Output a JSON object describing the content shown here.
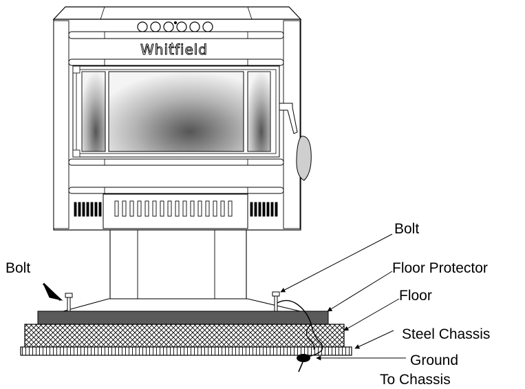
{
  "logo": {
    "brand_text": "Whitfield"
  },
  "labels": {
    "bolt_left": "Bolt",
    "bolt_right": "Bolt",
    "floor_protector": "Floor Protector",
    "floor": "Floor",
    "steel_chassis": "Steel Chassis",
    "ground_line1": "Ground",
    "ground_line2": "To Chassis"
  },
  "colors": {
    "line": "#000000",
    "floor_protector_fill": "#5a5a5a",
    "glass_light": "#f4f4f4",
    "glass_dark": "#555555"
  }
}
